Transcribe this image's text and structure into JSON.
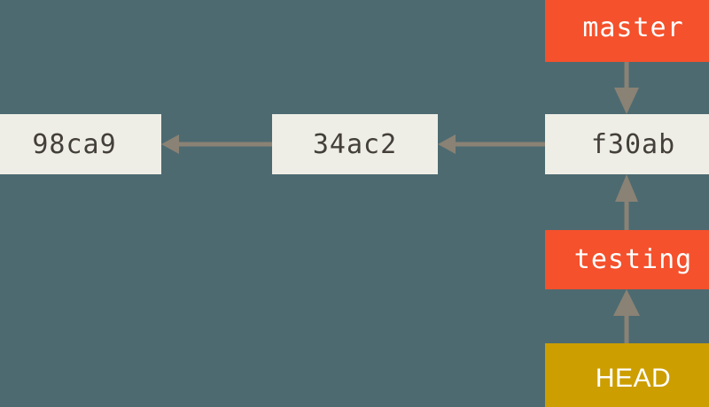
{
  "diagram": {
    "title": "git-branch-history",
    "background_color": "#4d6a71",
    "colors": {
      "background": "#4d6a71",
      "commit_fill": "#efeee6",
      "commit_text": "#433f3a",
      "branch_fill": "#f4512c",
      "branch_text": "#ffffff",
      "head_fill": "#cc9e00",
      "head_text": "#ffffff",
      "arrow": "#8a8274"
    },
    "commits": [
      {
        "id": "commit-98ca9",
        "label": "98ca9"
      },
      {
        "id": "commit-34ac2",
        "label": "34ac2"
      },
      {
        "id": "commit-f30ab",
        "label": "f30ab"
      }
    ],
    "branches": [
      {
        "id": "branch-master",
        "label": "master"
      },
      {
        "id": "branch-testing",
        "label": "testing"
      }
    ],
    "pointers": [
      {
        "id": "head",
        "label": "HEAD"
      }
    ],
    "edges": [
      {
        "id": "edge-34ac2-to-98ca9",
        "from": "34ac2",
        "to": "98ca9",
        "direction": "left"
      },
      {
        "id": "edge-f30ab-to-34ac2",
        "from": "f30ab",
        "to": "34ac2",
        "direction": "left"
      },
      {
        "id": "edge-master-to-f30ab",
        "from": "master",
        "to": "f30ab",
        "direction": "down"
      },
      {
        "id": "edge-testing-to-f30ab",
        "from": "testing",
        "to": "f30ab",
        "direction": "up"
      },
      {
        "id": "edge-head-to-testing",
        "from": "HEAD",
        "to": "testing",
        "direction": "up"
      }
    ]
  }
}
